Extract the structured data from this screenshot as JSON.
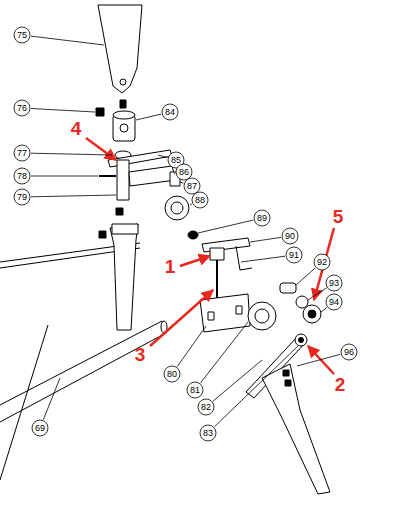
{
  "diagram": {
    "labels": [
      "75",
      "76",
      "84",
      "4",
      "77",
      "85",
      "78",
      "86",
      "79",
      "87",
      "88",
      "89",
      "1",
      "90",
      "91",
      "92",
      "5",
      "93",
      "94",
      "3",
      "2",
      "96",
      "80",
      "81",
      "82",
      "83",
      "69"
    ]
  }
}
